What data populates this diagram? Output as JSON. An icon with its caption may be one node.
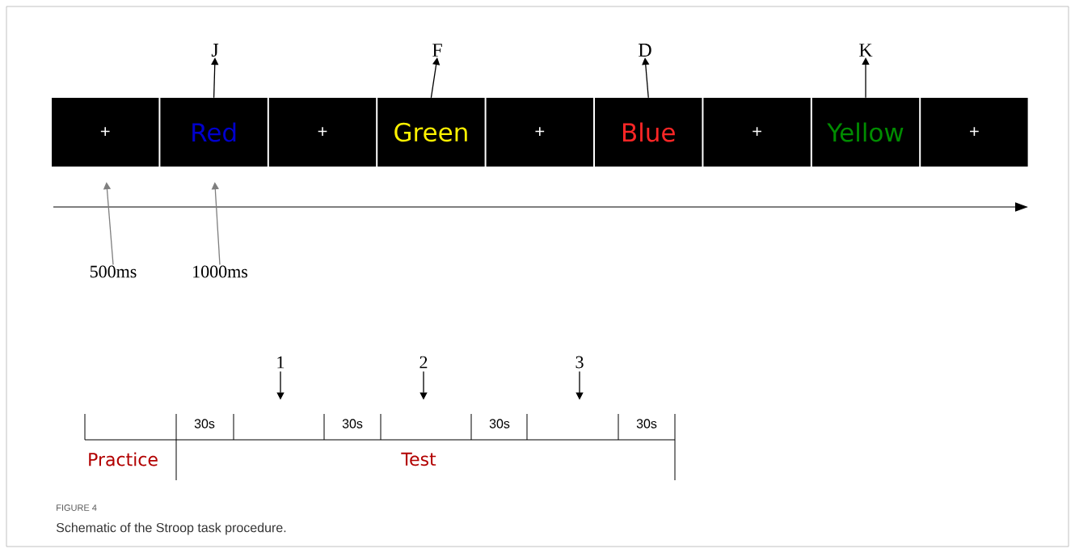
{
  "diagram": {
    "caption": "Schematic of the Stroop task procedure.",
    "nodes": [
      {
        "text": [
          "+"
        ]
      },
      {
        "text": [
          "Red"
        ]
      },
      {
        "text": [
          "+"
        ]
      },
      {
        "text": [
          "Green"
        ]
      },
      {
        "text": [
          "+"
        ]
      },
      {
        "text": [
          "Blue"
        ]
      },
      {
        "text": [
          "+"
        ]
      },
      {
        "text": [
          "Yellow"
        ]
      },
      {
        "text": [
          "+"
        ]
      },
      {
        "text": [
          "J"
        ]
      },
      {
        "text": [
          "F"
        ]
      },
      {
        "text": [
          "D"
        ]
      },
      {
        "text": [
          "K"
        ]
      },
      {
        "text": [
          "500ms"
        ]
      },
      {
        "text": [
          "1000ms"
        ]
      },
      {
        "text": [
          "1"
        ]
      },
      {
        "text": [
          "2"
        ]
      },
      {
        "text": [
          "3"
        ]
      }
    ],
    "edges": [
      {
        "from": 1,
        "to": 9,
        "arrow": "to"
      },
      {
        "from": 3,
        "to": 10,
        "arrow": "to"
      },
      {
        "from": 5,
        "to": 11,
        "arrow": "to"
      },
      {
        "from": 7,
        "to": 12,
        "arrow": "to"
      },
      {
        "from": 13,
        "to": 0,
        "arrow": "to",
        "color": "#7f7f7f"
      },
      {
        "from": 14,
        "to": 1,
        "arrow": "to",
        "color": "#7f7f7f"
      },
      {
        "from": 15,
        "to": null,
        "arrow": "to"
      },
      {
        "from": 16,
        "to": null,
        "arrow": "to"
      },
      {
        "from": 17,
        "to": null,
        "arrow": "to"
      }
    ],
    "labels": [
      "30s",
      "30s",
      "30s",
      "30s",
      "Practice",
      "Test",
      "FIGURE 4"
    ]
  }
}
